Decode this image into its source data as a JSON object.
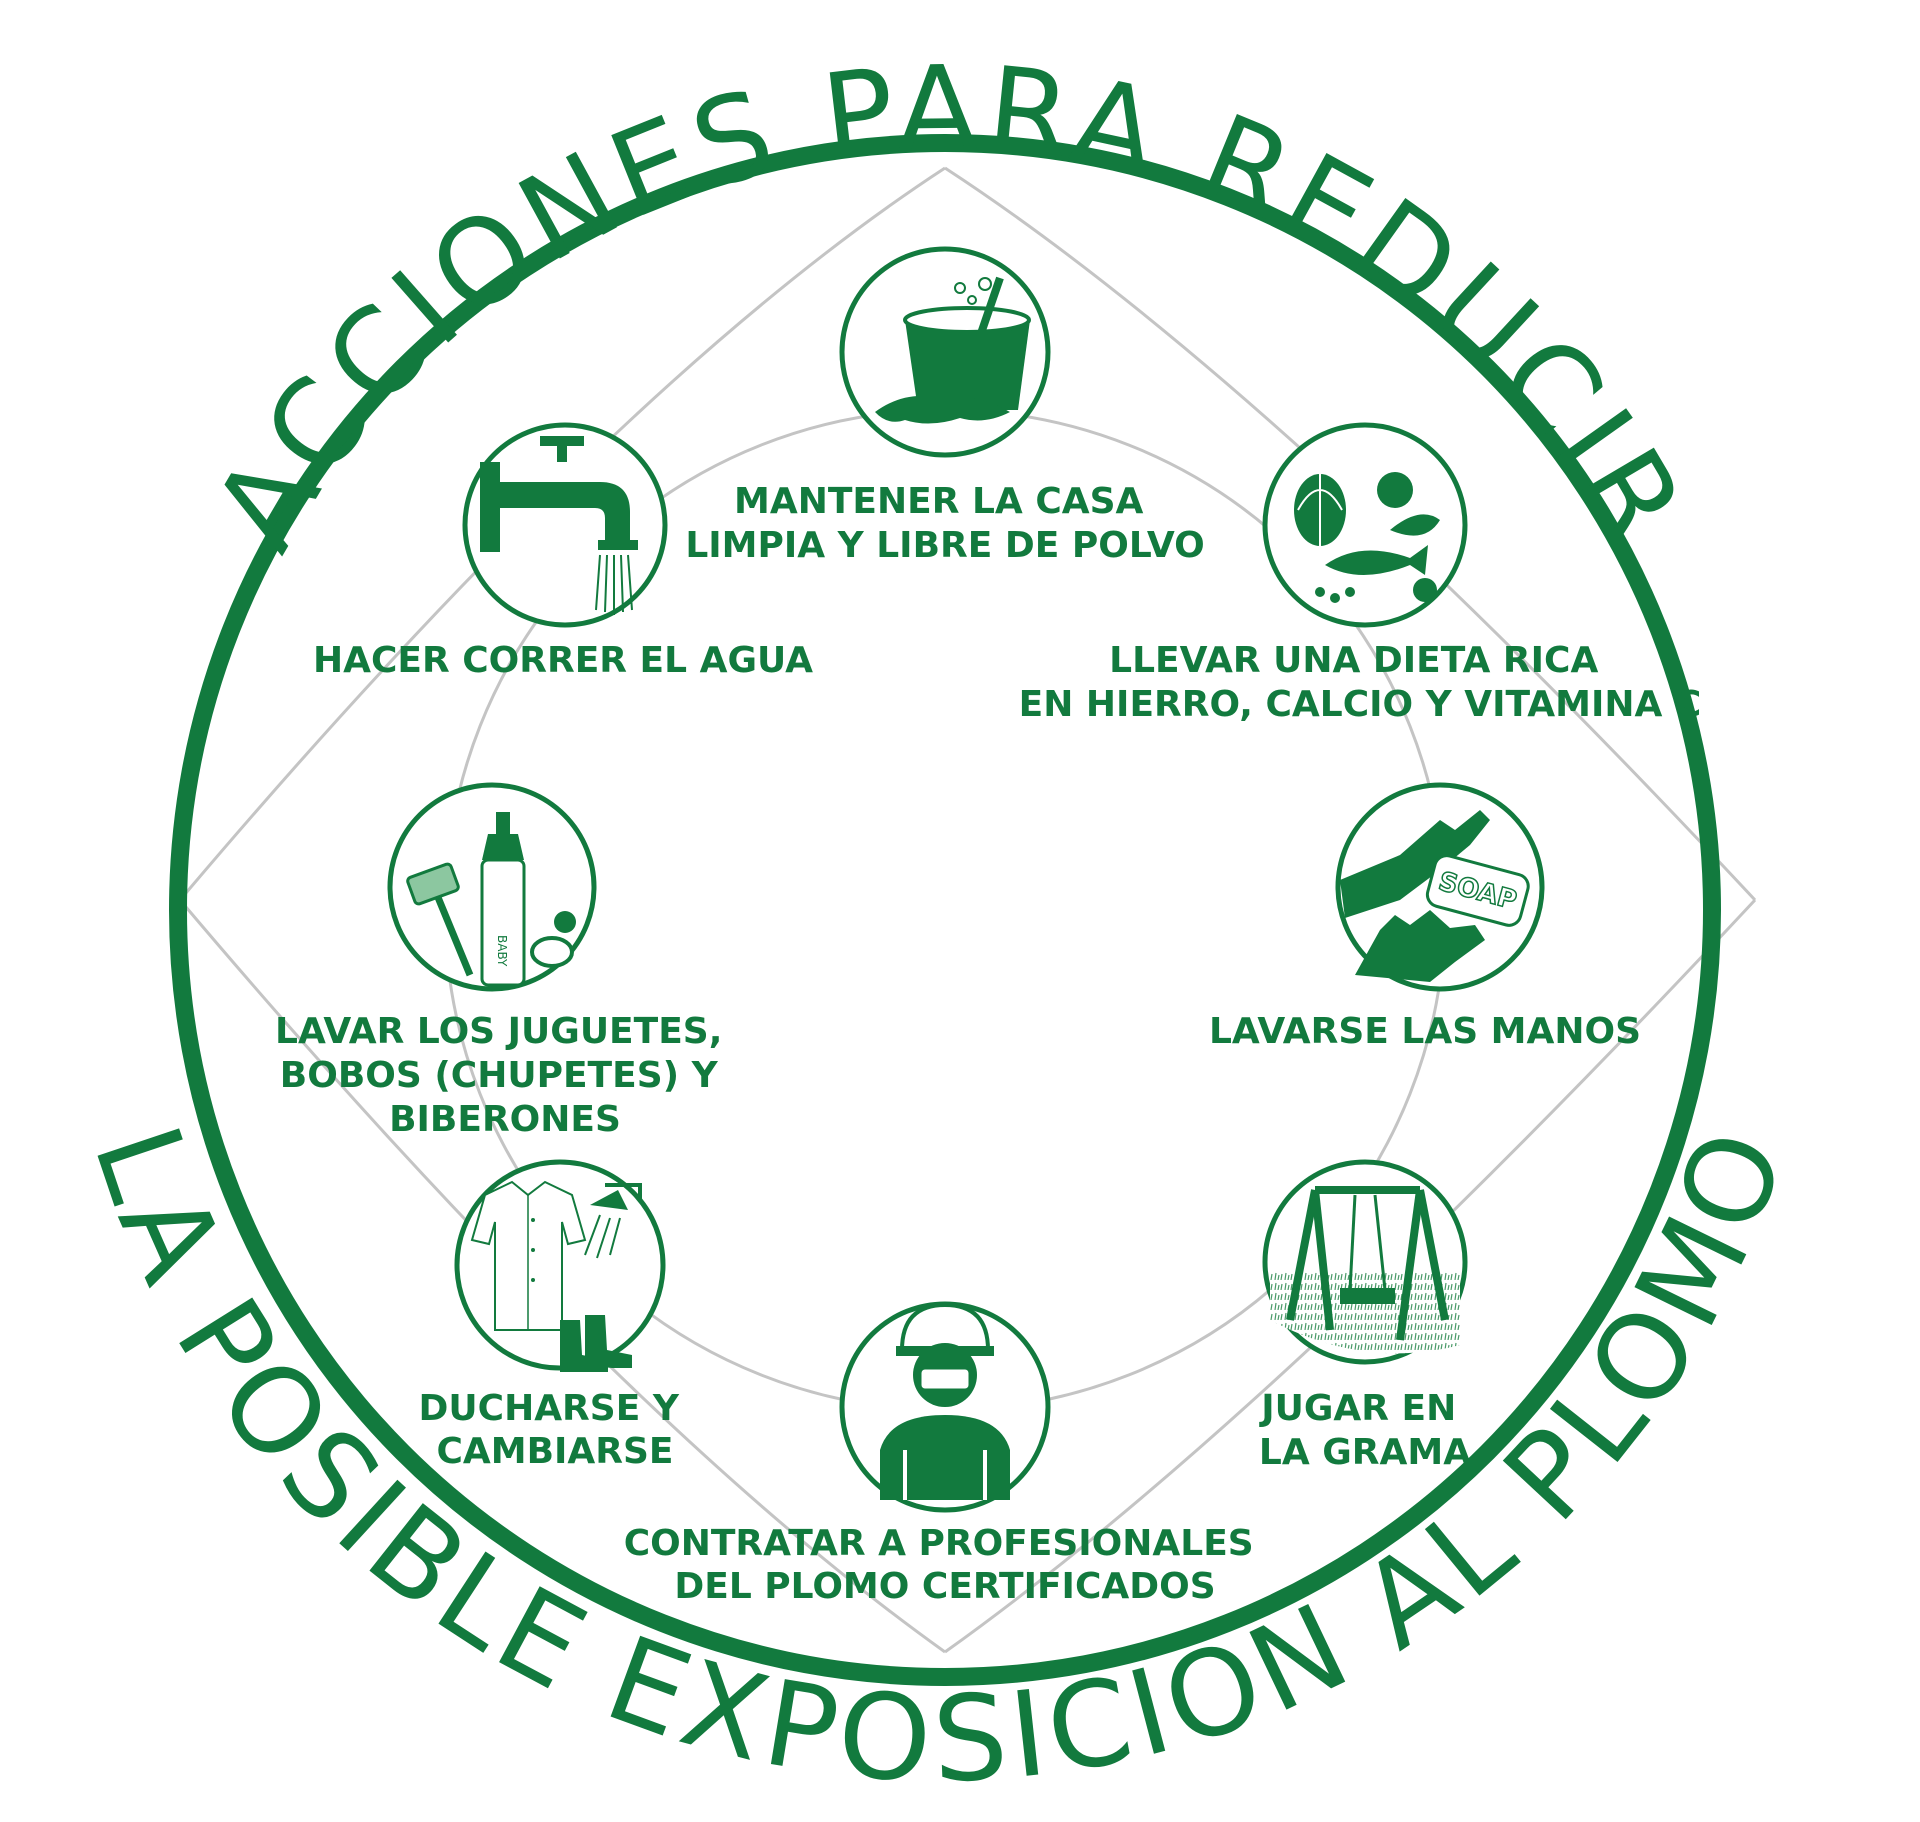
{
  "title_top": "ACCIONES PARA REDUCIR",
  "title_bottom": "LA POSIBLE EXPOSICIÓN AL PLOMO",
  "actions": [
    {
      "icon": "mop-bucket-icon",
      "lines": [
        "MANTENER LA CASA",
        "LIMPIA Y LIBRE DE POLVO"
      ]
    },
    {
      "icon": "healthy-food-icon",
      "lines": [
        "LLEVAR UNA DIETA RICA",
        "EN HIERRO, CALCIO Y VITAMINA C"
      ]
    },
    {
      "icon": "hands-soap-icon",
      "lines": [
        "LAVARSE LAS MANOS"
      ]
    },
    {
      "icon": "swing-grass-icon",
      "lines": [
        "JUGAR EN",
        "LA GRAMA"
      ]
    },
    {
      "icon": "worker-mask-icon",
      "lines": [
        "CONTRATAR A PROFESIONALES",
        "DEL PLOMO CERTIFICADOS"
      ]
    },
    {
      "icon": "shirt-shower-boots-icon",
      "lines": [
        "DUCHARSE Y",
        "CAMBIARSE"
      ]
    },
    {
      "icon": "baby-bottle-toys-icon",
      "lines": [
        "LAVAR LOS JUGUETES,",
        "BOBOS (CHUPETES) Y",
        "BIBERONES"
      ]
    },
    {
      "icon": "water-faucet-icon",
      "lines": [
        "HACER CORRER EL AGUA"
      ]
    }
  ],
  "soap_text": "SOAP",
  "bottle_text": "BABY",
  "colors": {
    "green": "#127a3e",
    "gray_line": "#c4c4c4",
    "light_green": "#8cc7a0"
  }
}
